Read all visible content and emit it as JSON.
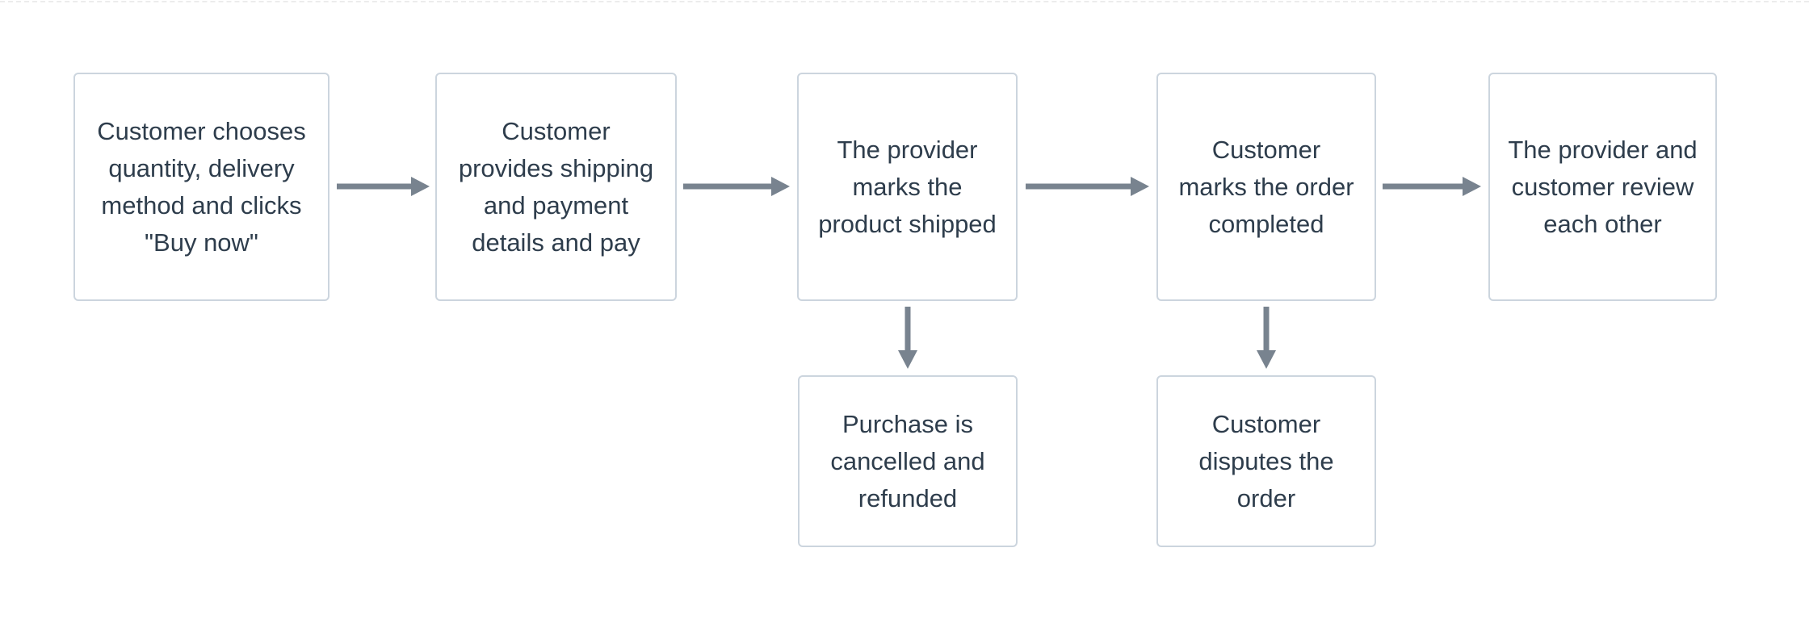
{
  "diagram": {
    "kind": "flowchart",
    "description": "Order lifecycle flow from purchase to review",
    "colors": {
      "node_border": "#ccd5de",
      "node_fill": "#ffffff",
      "text": "#2e3d4c",
      "arrow": "#78838f",
      "top_divider": "#ececec",
      "background": "#ffffff"
    }
  },
  "nodes": [
    {
      "id": "choose",
      "label": "Customer chooses\nquantity, delivery\nmethod and clicks\n\"Buy now\""
    },
    {
      "id": "pay",
      "label": "Customer\nprovides shipping\nand payment\ndetails and pay"
    },
    {
      "id": "shipped",
      "label": "The provider\nmarks the\nproduct shipped"
    },
    {
      "id": "completed",
      "label": "Customer\nmarks the order\ncompleted"
    },
    {
      "id": "review",
      "label": "The provider and\ncustomer review\neach other"
    },
    {
      "id": "cancelled",
      "label": "Purchase is\ncancelled and\nrefunded"
    },
    {
      "id": "dispute",
      "label": "Customer\ndisputes the\norder"
    }
  ],
  "edges": [
    {
      "from": "choose",
      "to": "pay",
      "direction": "right"
    },
    {
      "from": "pay",
      "to": "shipped",
      "direction": "right"
    },
    {
      "from": "shipped",
      "to": "completed",
      "direction": "right"
    },
    {
      "from": "completed",
      "to": "review",
      "direction": "right"
    },
    {
      "from": "shipped",
      "to": "cancelled",
      "direction": "down"
    },
    {
      "from": "completed",
      "to": "dispute",
      "direction": "down"
    }
  ]
}
